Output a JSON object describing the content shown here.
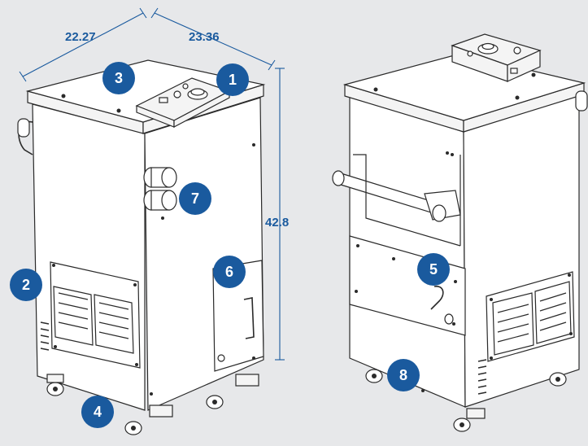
{
  "dimensions": {
    "depth": "22.27",
    "width": "23.36",
    "height": "42.8"
  },
  "colors": {
    "background": "#e7e8ea",
    "callout_fill": "#1a5a9e",
    "callout_text": "#ffffff",
    "dimension_text": "#1a5a9e",
    "line_art": "#2a2a2a"
  },
  "callouts": [
    "1",
    "2",
    "3",
    "4",
    "5",
    "6",
    "7",
    "8"
  ]
}
